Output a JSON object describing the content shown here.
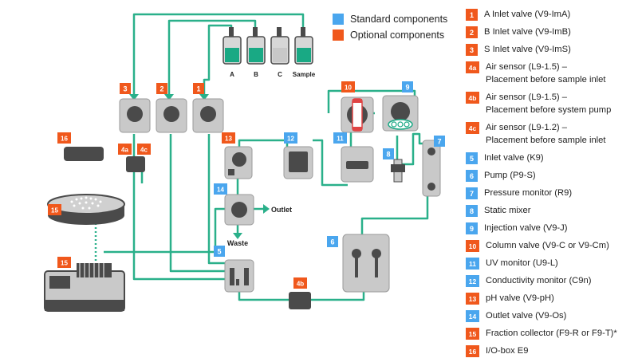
{
  "colors": {
    "standard": "#4aa6ee",
    "optional": "#f0581c",
    "pipe": "#2ab08a",
    "device": "#c9c9c9",
    "device_dark": "#4a4a4a",
    "liquid_green": "#19a984",
    "liquid_grey": "#c8c8c8"
  },
  "legend": {
    "standard_label": "Standard components",
    "optional_label": "Optional components"
  },
  "key": [
    {
      "num": "1",
      "type": "optional",
      "label": "A Inlet valve (V9-ImA)"
    },
    {
      "num": "2",
      "type": "optional",
      "label": "B Inlet valve (V9-ImB)"
    },
    {
      "num": "3",
      "type": "optional",
      "label": "S Inlet valve (V9-ImS)"
    },
    {
      "num": "4a",
      "type": "optional",
      "label": "Air sensor (L9-1.5) –",
      "sub": "Placement before sample inlet"
    },
    {
      "num": "4b",
      "type": "optional",
      "label": "Air sensor (L9-1.5) –",
      "sub": "Placement before system pump"
    },
    {
      "num": "4c",
      "type": "optional",
      "label": "Air sensor (L9-1.2) –",
      "sub": "Placement before sample inlet"
    },
    {
      "num": "5",
      "type": "standard",
      "label": "Inlet valve (K9)"
    },
    {
      "num": "6",
      "type": "standard",
      "label": "Pump (P9-S)"
    },
    {
      "num": "7",
      "type": "standard",
      "label": "Pressure monitor (R9)"
    },
    {
      "num": "8",
      "type": "standard",
      "label": "Static mixer"
    },
    {
      "num": "9",
      "type": "standard",
      "label": "Injection valve (V9-J)"
    },
    {
      "num": "10",
      "type": "optional",
      "label": "Column valve (V9-C or V9-Cm)"
    },
    {
      "num": "11",
      "type": "standard",
      "label": "UV monitor (U9-L)"
    },
    {
      "num": "12",
      "type": "standard",
      "label": "Conductivity monitor (C9n)"
    },
    {
      "num": "13",
      "type": "optional",
      "label": "pH valve (V9-pH)"
    },
    {
      "num": "14",
      "type": "standard",
      "label": "Outlet valve (V9-Os)"
    },
    {
      "num": "15",
      "type": "optional",
      "label": "Fraction collector (F9-R or F9-T)*"
    },
    {
      "num": "16",
      "type": "optional",
      "label": "I/O-box E9"
    }
  ],
  "diagram": {
    "bottles": [
      {
        "label": "A",
        "fill": "green"
      },
      {
        "label": "B",
        "fill": "green"
      },
      {
        "label": "C",
        "fill": "grey"
      },
      {
        "label": "Sample",
        "fill": "green"
      }
    ],
    "outlet_label": "Outlet",
    "waste_label": "Waste",
    "badges": [
      {
        "num": "3",
        "type": "optional"
      },
      {
        "num": "2",
        "type": "optional"
      },
      {
        "num": "1",
        "type": "optional"
      },
      {
        "num": "4a",
        "type": "optional"
      },
      {
        "num": "4c",
        "type": "optional"
      },
      {
        "num": "16",
        "type": "optional"
      },
      {
        "num": "13",
        "type": "optional"
      },
      {
        "num": "14",
        "type": "standard"
      },
      {
        "num": "12",
        "type": "standard"
      },
      {
        "num": "11",
        "type": "standard"
      },
      {
        "num": "10",
        "type": "optional"
      },
      {
        "num": "9",
        "type": "standard"
      },
      {
        "num": "8",
        "type": "standard"
      },
      {
        "num": "7",
        "type": "standard"
      },
      {
        "num": "15",
        "type": "optional"
      },
      {
        "num": "15",
        "type": "optional"
      },
      {
        "num": "5",
        "type": "standard"
      },
      {
        "num": "6",
        "type": "standard"
      },
      {
        "num": "4b",
        "type": "optional"
      }
    ]
  }
}
